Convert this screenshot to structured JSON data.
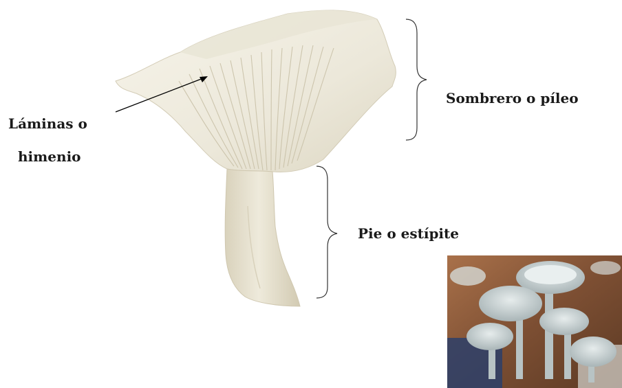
{
  "labels": {
    "laminas_line1": "Láminas o",
    "laminas_line2": "himenio",
    "sombrero": "Sombrero o píleo",
    "pie": "Pie o estípite"
  },
  "colors": {
    "mushroom_light": "#f3f0e6",
    "mushroom_mid": "#dcd6c2",
    "mushroom_shadow": "#c8c1a9",
    "photo_background": "#8a5a3a",
    "photo_mushroom": "#c9d2d3"
  },
  "icons": {
    "main_figure": "oyster-mushroom-icon",
    "photo": "mushroom-cluster-photo"
  }
}
